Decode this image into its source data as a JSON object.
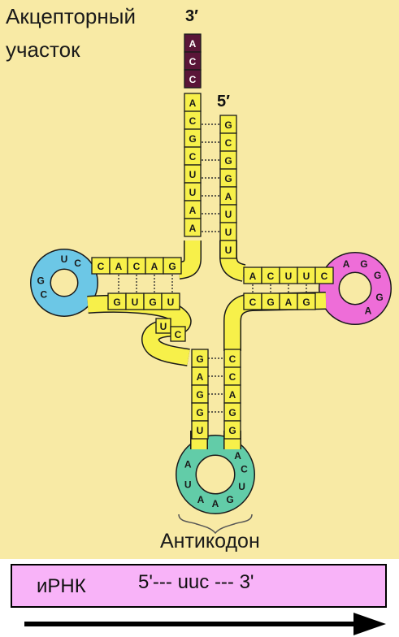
{
  "labels": {
    "acceptor_line1": "Акцепторный",
    "acceptor_line2": "участок",
    "three_prime": "3′",
    "five_prime": "5′",
    "anticodon": "Антикодон"
  },
  "mrna": {
    "label": "иРНК",
    "sequence": "5'--- uuc --- 3'"
  },
  "colors": {
    "background": "#f8eaa5",
    "stem": "#f7f04a",
    "acceptor_end": "#5a1538",
    "d_loop": "#6cc7e6",
    "t_loop": "#ee6dd8",
    "anticodon_loop": "#62cca8",
    "mrna_box": "#f8b3f8"
  },
  "strands": {
    "acceptor_3": [
      "A",
      "C",
      "C"
    ],
    "acceptor_left": [
      "A",
      "C",
      "G",
      "C",
      "U",
      "U",
      "A",
      "A"
    ],
    "acceptor_right": [
      "G",
      "C",
      "G",
      "G",
      "A",
      "U",
      "U",
      "U"
    ],
    "d_stem_top": [
      "C",
      "A",
      "C",
      "A",
      "G"
    ],
    "d_stem_bottom": [
      "G",
      "U",
      "G",
      "U"
    ],
    "d_loop": [
      "U",
      "C",
      "G",
      "C"
    ],
    "t_stem_top": [
      "A",
      "C",
      "U",
      "U",
      "C"
    ],
    "t_stem_bottom": [
      "C",
      "G",
      "A",
      "G"
    ],
    "t_loop": [
      "A",
      "G",
      "G",
      "G",
      "A"
    ],
    "variable": [
      "U",
      "C"
    ],
    "anticodon_stem_left": [
      "G",
      "A",
      "G",
      "G",
      "U"
    ],
    "anticodon_stem_right": [
      "C",
      "C",
      "A",
      "G",
      "G"
    ],
    "anticodon_loop": [
      "A",
      "U",
      "A",
      "A",
      "G",
      "U",
      "C",
      "A"
    ]
  }
}
